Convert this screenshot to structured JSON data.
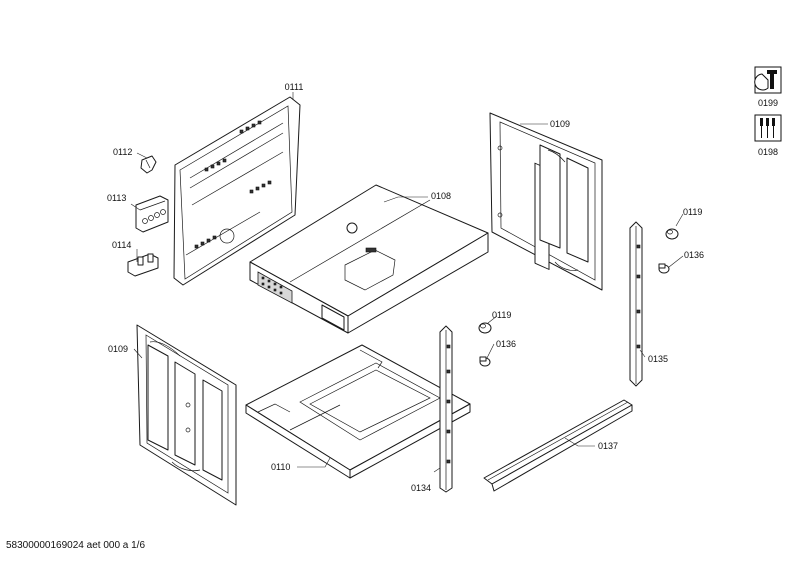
{
  "callouts": {
    "c0111": "0111",
    "c0112": "0112",
    "c0113": "0113",
    "c0114": "0114",
    "c0108": "0108",
    "c0109_top": "0109",
    "c0109_left": "0109",
    "c0119_right": "0119",
    "c0136_right": "0136",
    "c0119_mid": "0119",
    "c0136_mid": "0136",
    "c0110": "0110",
    "c0134": "0134",
    "c0135": "0135",
    "c0137": "0137",
    "c0199": "0199",
    "c0198": "0198"
  },
  "footer": "58300000169024 aet 000 a 1/6",
  "icons": {
    "tool_icon": "wrench-gear-icon",
    "tools_set_icon": "screwdriver-set-icon"
  }
}
